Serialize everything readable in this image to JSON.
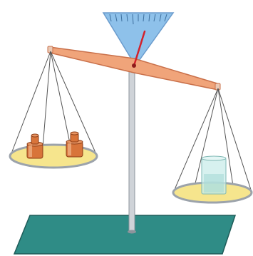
{
  "scene": {
    "beam_tilt": "left-up",
    "left_pan_contents": [
      "weight",
      "weight"
    ],
    "right_pan_contents": [
      "beaker"
    ]
  },
  "colors": {
    "scale_face": "#8ec1ea",
    "scale_face_edge": "#6b9ccd",
    "beam": "#f0a47a",
    "beam_edge": "#c9704a",
    "pointer": "#d3212b",
    "post": "#cfd3d8",
    "post_edge": "#8d949c",
    "pan_fill": "#f6e58d",
    "pan_rim": "#9ca3ab",
    "weight": "#d8743a",
    "weight_edge": "#8e3e17",
    "beaker": "#c9ecea",
    "base": "#2f8c86",
    "base_edge": "#1f5c59",
    "strings": "#555555"
  }
}
